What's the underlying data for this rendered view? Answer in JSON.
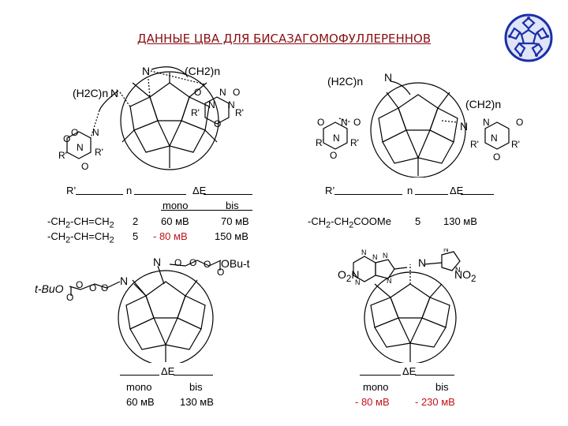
{
  "title": "ДАННЫЕ ЦВА ДЛЯ БИСАЗАГОМОФУЛЛЕРЕННОВ",
  "structure_labels": {
    "s1_ch2n_top": "(CH2)n",
    "s1_ch2n_left": "(H2C)n",
    "s1_n_top": "N",
    "s1_n_left": "N",
    "s2_ch2n_left": "(H2C)n",
    "s2_ch2n_right": "(CH2)n",
    "s2_n_top": "N",
    "s2_n_right": "N",
    "s3_n_top": "N",
    "s3_n_left": "N",
    "s3_obu": "OBu-t",
    "s3_tbuo": "t-BuO",
    "s4_o2n": "O2N",
    "s4_no2": "NO2",
    "s4_n": "N"
  },
  "table1": {
    "header_r": "R’",
    "header_n": "n",
    "header_de": "ΔE",
    "sub_mono": "mono",
    "sub_bis": "bis",
    "rows": [
      {
        "r": "-CH2-CH=CH2",
        "n": "2",
        "mono": "60 мВ",
        "bis": "70 мВ"
      },
      {
        "r": "-CH2-CH=CH2",
        "n": "5",
        "mono": "- 80 мВ",
        "bis": "150 мВ"
      }
    ]
  },
  "table2": {
    "header_r": "R’",
    "header_n": "n",
    "header_de": "ΔE",
    "rows": [
      {
        "r": "-CH2-CH2COOMe",
        "n": "5",
        "de": "130 мВ"
      }
    ]
  },
  "table3": {
    "header_de": "ΔE",
    "sub_mono": "mono",
    "sub_bis": "bis",
    "mono": "60 мВ",
    "bis": "130 мВ"
  },
  "table4": {
    "header_de": "ΔE",
    "sub_mono": "mono",
    "sub_bis": "bis",
    "mono": "- 80 мВ",
    "bis": "- 230 мВ"
  },
  "colors": {
    "title": "#8a0f14",
    "negative_value": "#c0141a",
    "logo": "#1a2fa8"
  },
  "icons": {
    "logo": "fullerene-icon"
  }
}
